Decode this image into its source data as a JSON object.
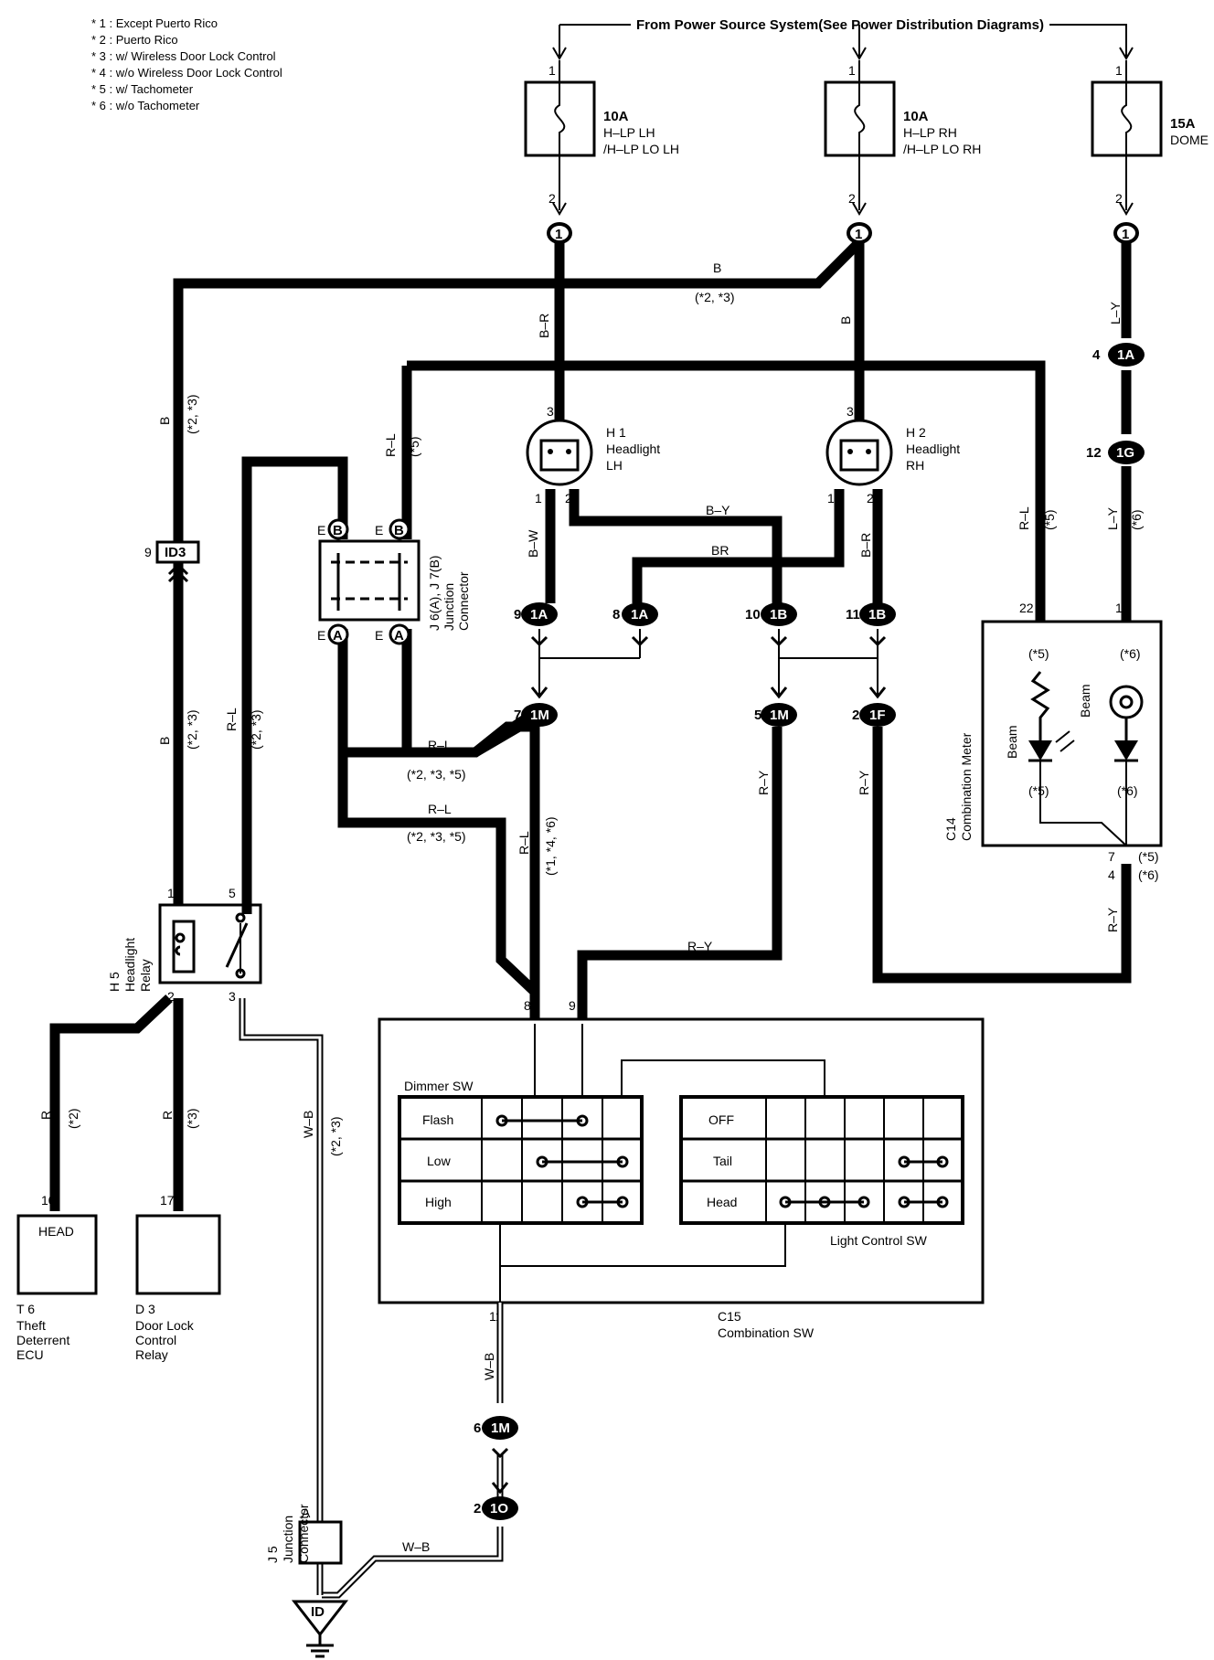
{
  "notes": [
    "* 1 : Except Puerto Rico",
    "* 2 : Puerto Rico",
    "* 3 : w/ Wireless Door Lock Control",
    "* 4 : w/o Wireless Door Lock Control",
    "* 5 : w/ Tachometer",
    "* 6 : w/o Tachometer"
  ],
  "power_source": "From Power Source System(See Power Distribution Diagrams)",
  "fuses": [
    {
      "amp": "10A",
      "line1": "H–LP LH",
      "line2": "/H–LP LO LH"
    },
    {
      "amp": "10A",
      "line1": "H–LP RH",
      "line2": "/H–LP LO RH"
    },
    {
      "amp": "15A",
      "line1": "DOME",
      "line2": ""
    }
  ],
  "components": {
    "h1": {
      "code": "H 1",
      "name1": "Headlight",
      "name2": "LH"
    },
    "h2": {
      "code": "H 2",
      "name1": "Headlight",
      "name2": "RH"
    },
    "h5": {
      "code": "H 5",
      "name1": "Headlight",
      "name2": "Relay"
    },
    "j6": {
      "code": "J 6(A), J 7(B)",
      "name1": "Junction",
      "name2": "Connector"
    },
    "c14": {
      "code": "C14",
      "name": "Combination Meter",
      "beam": "Beam"
    },
    "c15": {
      "code": "C15",
      "name": "Combination SW"
    },
    "t6": {
      "code": "T 6",
      "name1": "Theft",
      "name2": "Deterrent",
      "name3": "ECU",
      "terminal": "HEAD"
    },
    "d3": {
      "code": "D 3",
      "name1": "Door Lock",
      "name2": "Control",
      "name3": "Relay"
    },
    "j5": {
      "code": "J 5",
      "name1": "Junction",
      "name2": "Connector"
    },
    "ground": "ID",
    "id3": "ID3"
  },
  "dimmer_sw": {
    "title": "Dimmer SW",
    "rows": [
      "Flash",
      "Low",
      "High"
    ]
  },
  "light_sw": {
    "title": "Light Control SW",
    "rows": [
      "OFF",
      "Tail",
      "Head"
    ]
  },
  "wires": {
    "b": "B",
    "br": "B–R",
    "rl": "R–L",
    "ly": "L–Y",
    "bw": "B–W",
    "by": "B–Y",
    "brr": "BR",
    "ry": "R–Y",
    "wb": "W–B",
    "r": "R"
  },
  "conds": {
    "c23": "(*2, *3)",
    "c5": "(*5)",
    "c6": "(*6)",
    "c235": "(*2, *3, *5)",
    "c146": "(*1, *4, *6)",
    "c2": "(*2)",
    "c3": "(*3)",
    "c7_5": "(*5)",
    "c4_6": "(*6)"
  },
  "connectors": {
    "c1": "1",
    "c1a": "1A",
    "c1g": "1G",
    "c1b": "1B",
    "c1m": "1M",
    "c1f": "1F",
    "c1o": "1O",
    "ca": "A",
    "cb": "B"
  },
  "pins": {
    "p1": "1",
    "p2": "2",
    "p3": "3",
    "p4": "4",
    "p5": "5",
    "p6": "6",
    "p7": "7",
    "p8": "8",
    "p9": "9",
    "p10": "10",
    "p11": "11",
    "p12": "12",
    "p17": "17",
    "p22": "22",
    "pe": "E",
    "pa": "A"
  }
}
